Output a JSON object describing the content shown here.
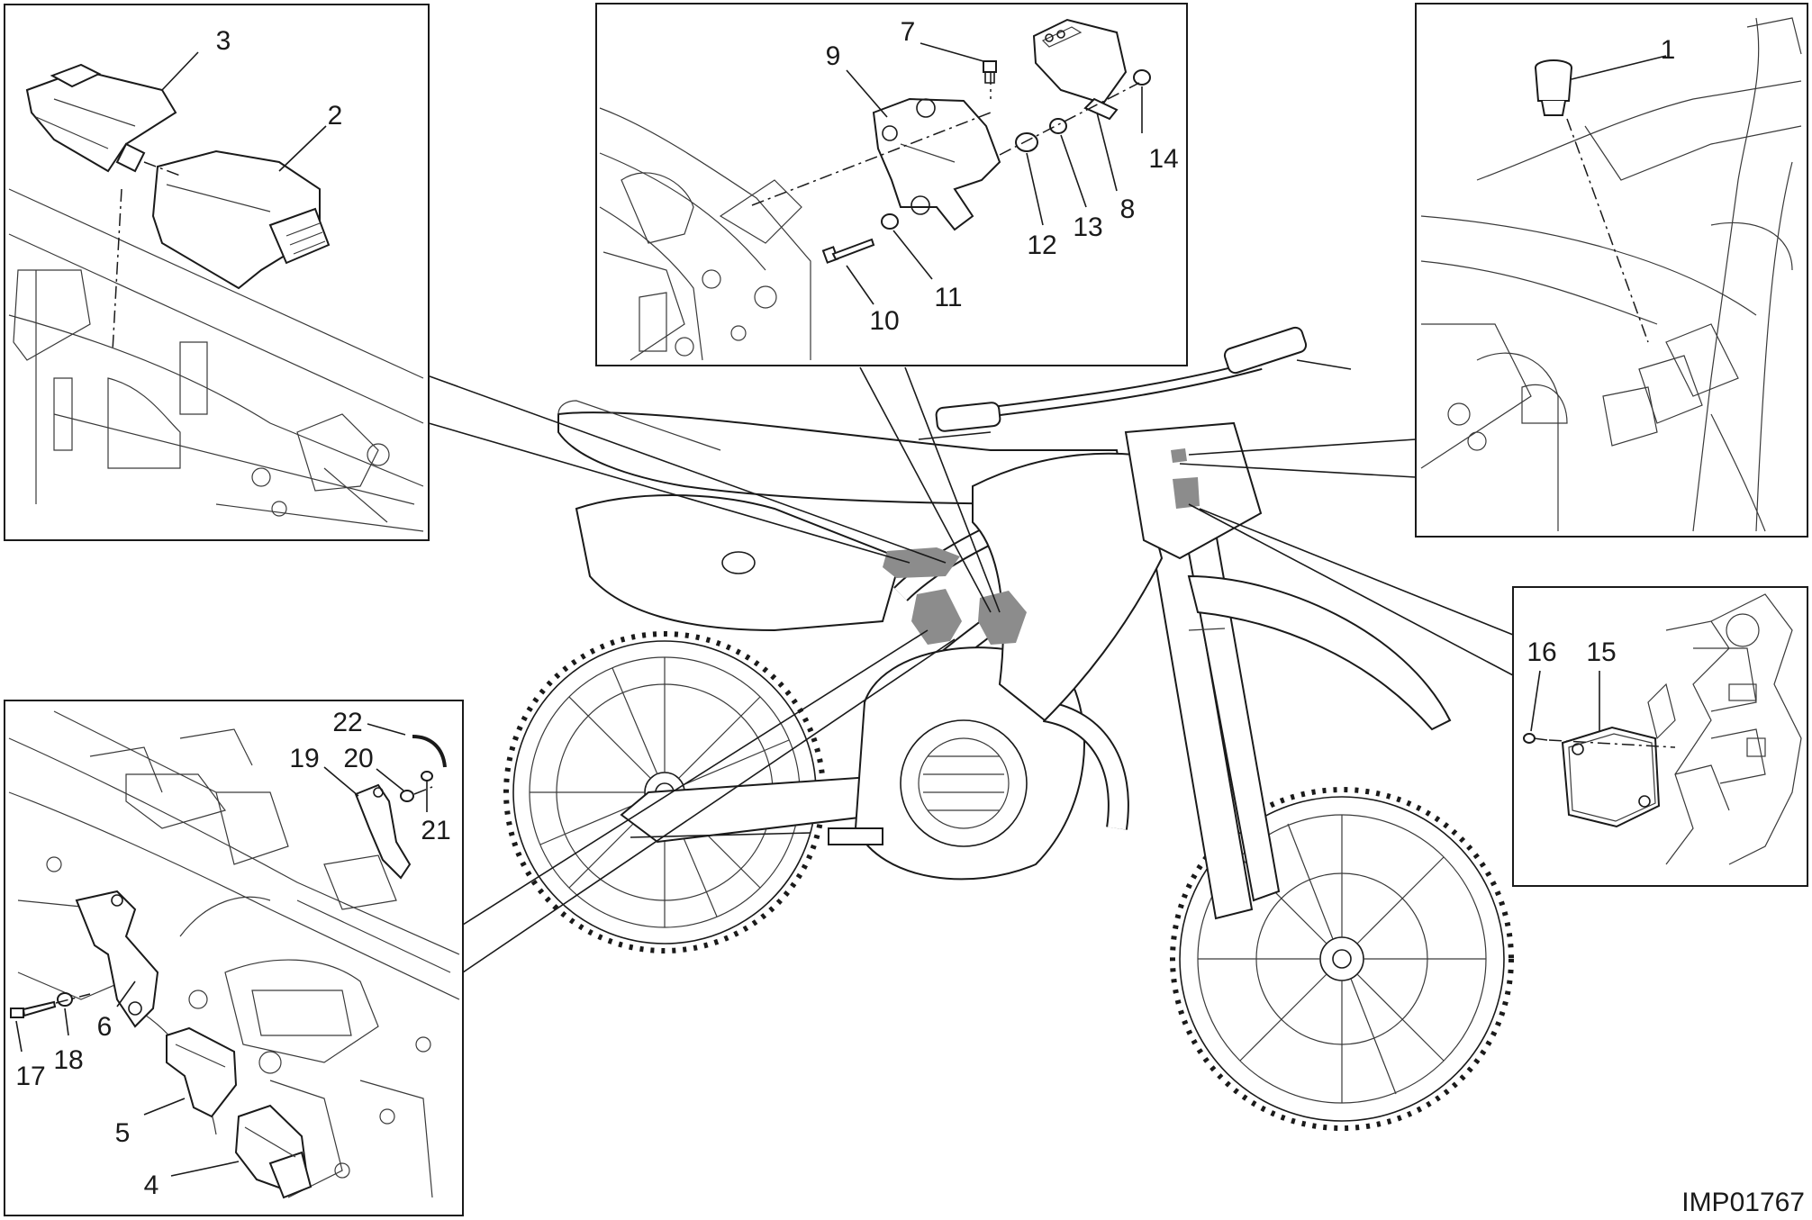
{
  "diagram": {
    "reference_code": "IMP01767",
    "part_numbers": [
      "1",
      "2",
      "3",
      "4",
      "5",
      "6",
      "7",
      "8",
      "9",
      "10",
      "11",
      "12",
      "13",
      "14",
      "15",
      "16",
      "17",
      "18",
      "19",
      "20",
      "21",
      "22"
    ]
  },
  "colors": {
    "line": "#1a1a1a",
    "highlight": "#8c8c8c",
    "background": "#ffffff"
  }
}
